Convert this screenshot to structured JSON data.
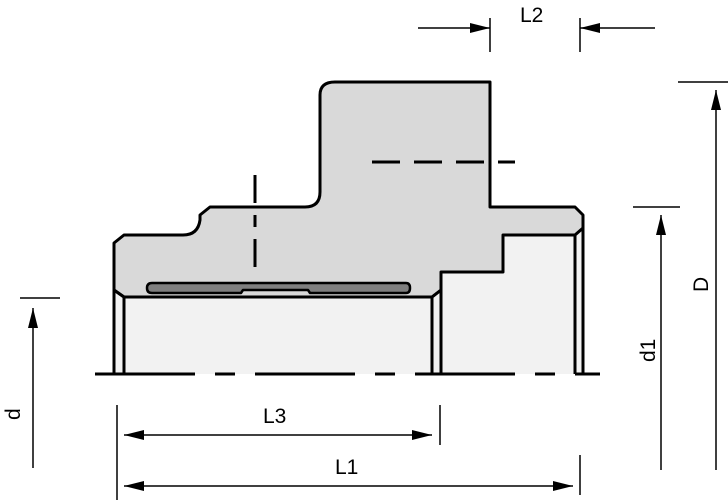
{
  "labels": {
    "L2": "L2",
    "D": "D",
    "d1": "d1",
    "d": "d",
    "L3": "L3",
    "L1": "L1"
  },
  "colors": {
    "body": "#d9d9d9",
    "bore": "#f2f2f2",
    "gasket": "#7f7f7f",
    "line": "#000000"
  }
}
